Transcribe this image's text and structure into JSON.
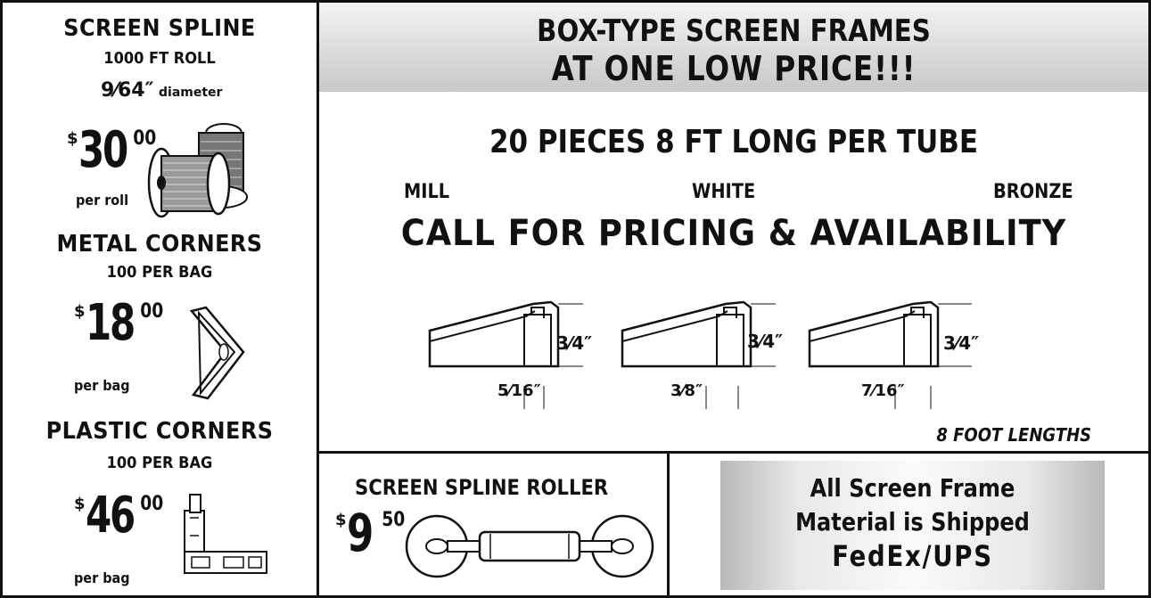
{
  "spline": {
    "title": "SCREEN SPLINE",
    "subtitle": "1000 FT ROLL",
    "diameter_fraction": "9⁄64″",
    "diameter_label": "diameter",
    "price_currency": "$",
    "price_dollars": "30",
    "price_cents": "00",
    "unit": "per roll"
  },
  "metal": {
    "title": "METAL CORNERS",
    "subtitle": "100 PER BAG",
    "price_currency": "$",
    "price_dollars": "18",
    "price_cents": "00",
    "unit": "per bag"
  },
  "plastic": {
    "title": "PLASTIC CORNERS",
    "subtitle": "100 PER BAG",
    "price_currency": "$",
    "price_dollars": "46",
    "price_cents": "00",
    "unit": "per bag"
  },
  "banner": {
    "line1": "BOX-TYPE SCREEN FRAMES",
    "line2": "AT ONE LOW PRICE!!!"
  },
  "frames": {
    "headline": "20 PIECES 8 FT LONG PER TUBE",
    "finishes": [
      "MILL",
      "WHITE",
      "BRONZE"
    ],
    "call": "CALL FOR PRICING & AVAILABILITY",
    "profiles": [
      {
        "height": "3⁄4″",
        "width": "5⁄16″"
      },
      {
        "height": "3⁄4″",
        "width": "3⁄8″"
      },
      {
        "height": "3⁄4″",
        "width": "7⁄16″"
      }
    ],
    "lengths": "8 FOOT LENGTHS"
  },
  "roller": {
    "title": "SCREEN SPLINE ROLLER",
    "price_currency": "$",
    "price_dollars": "9",
    "price_cents": "50"
  },
  "shipping": {
    "line1": "All Screen Frame",
    "line2": "Material is Shipped",
    "line3": "FedEx/UPS"
  }
}
